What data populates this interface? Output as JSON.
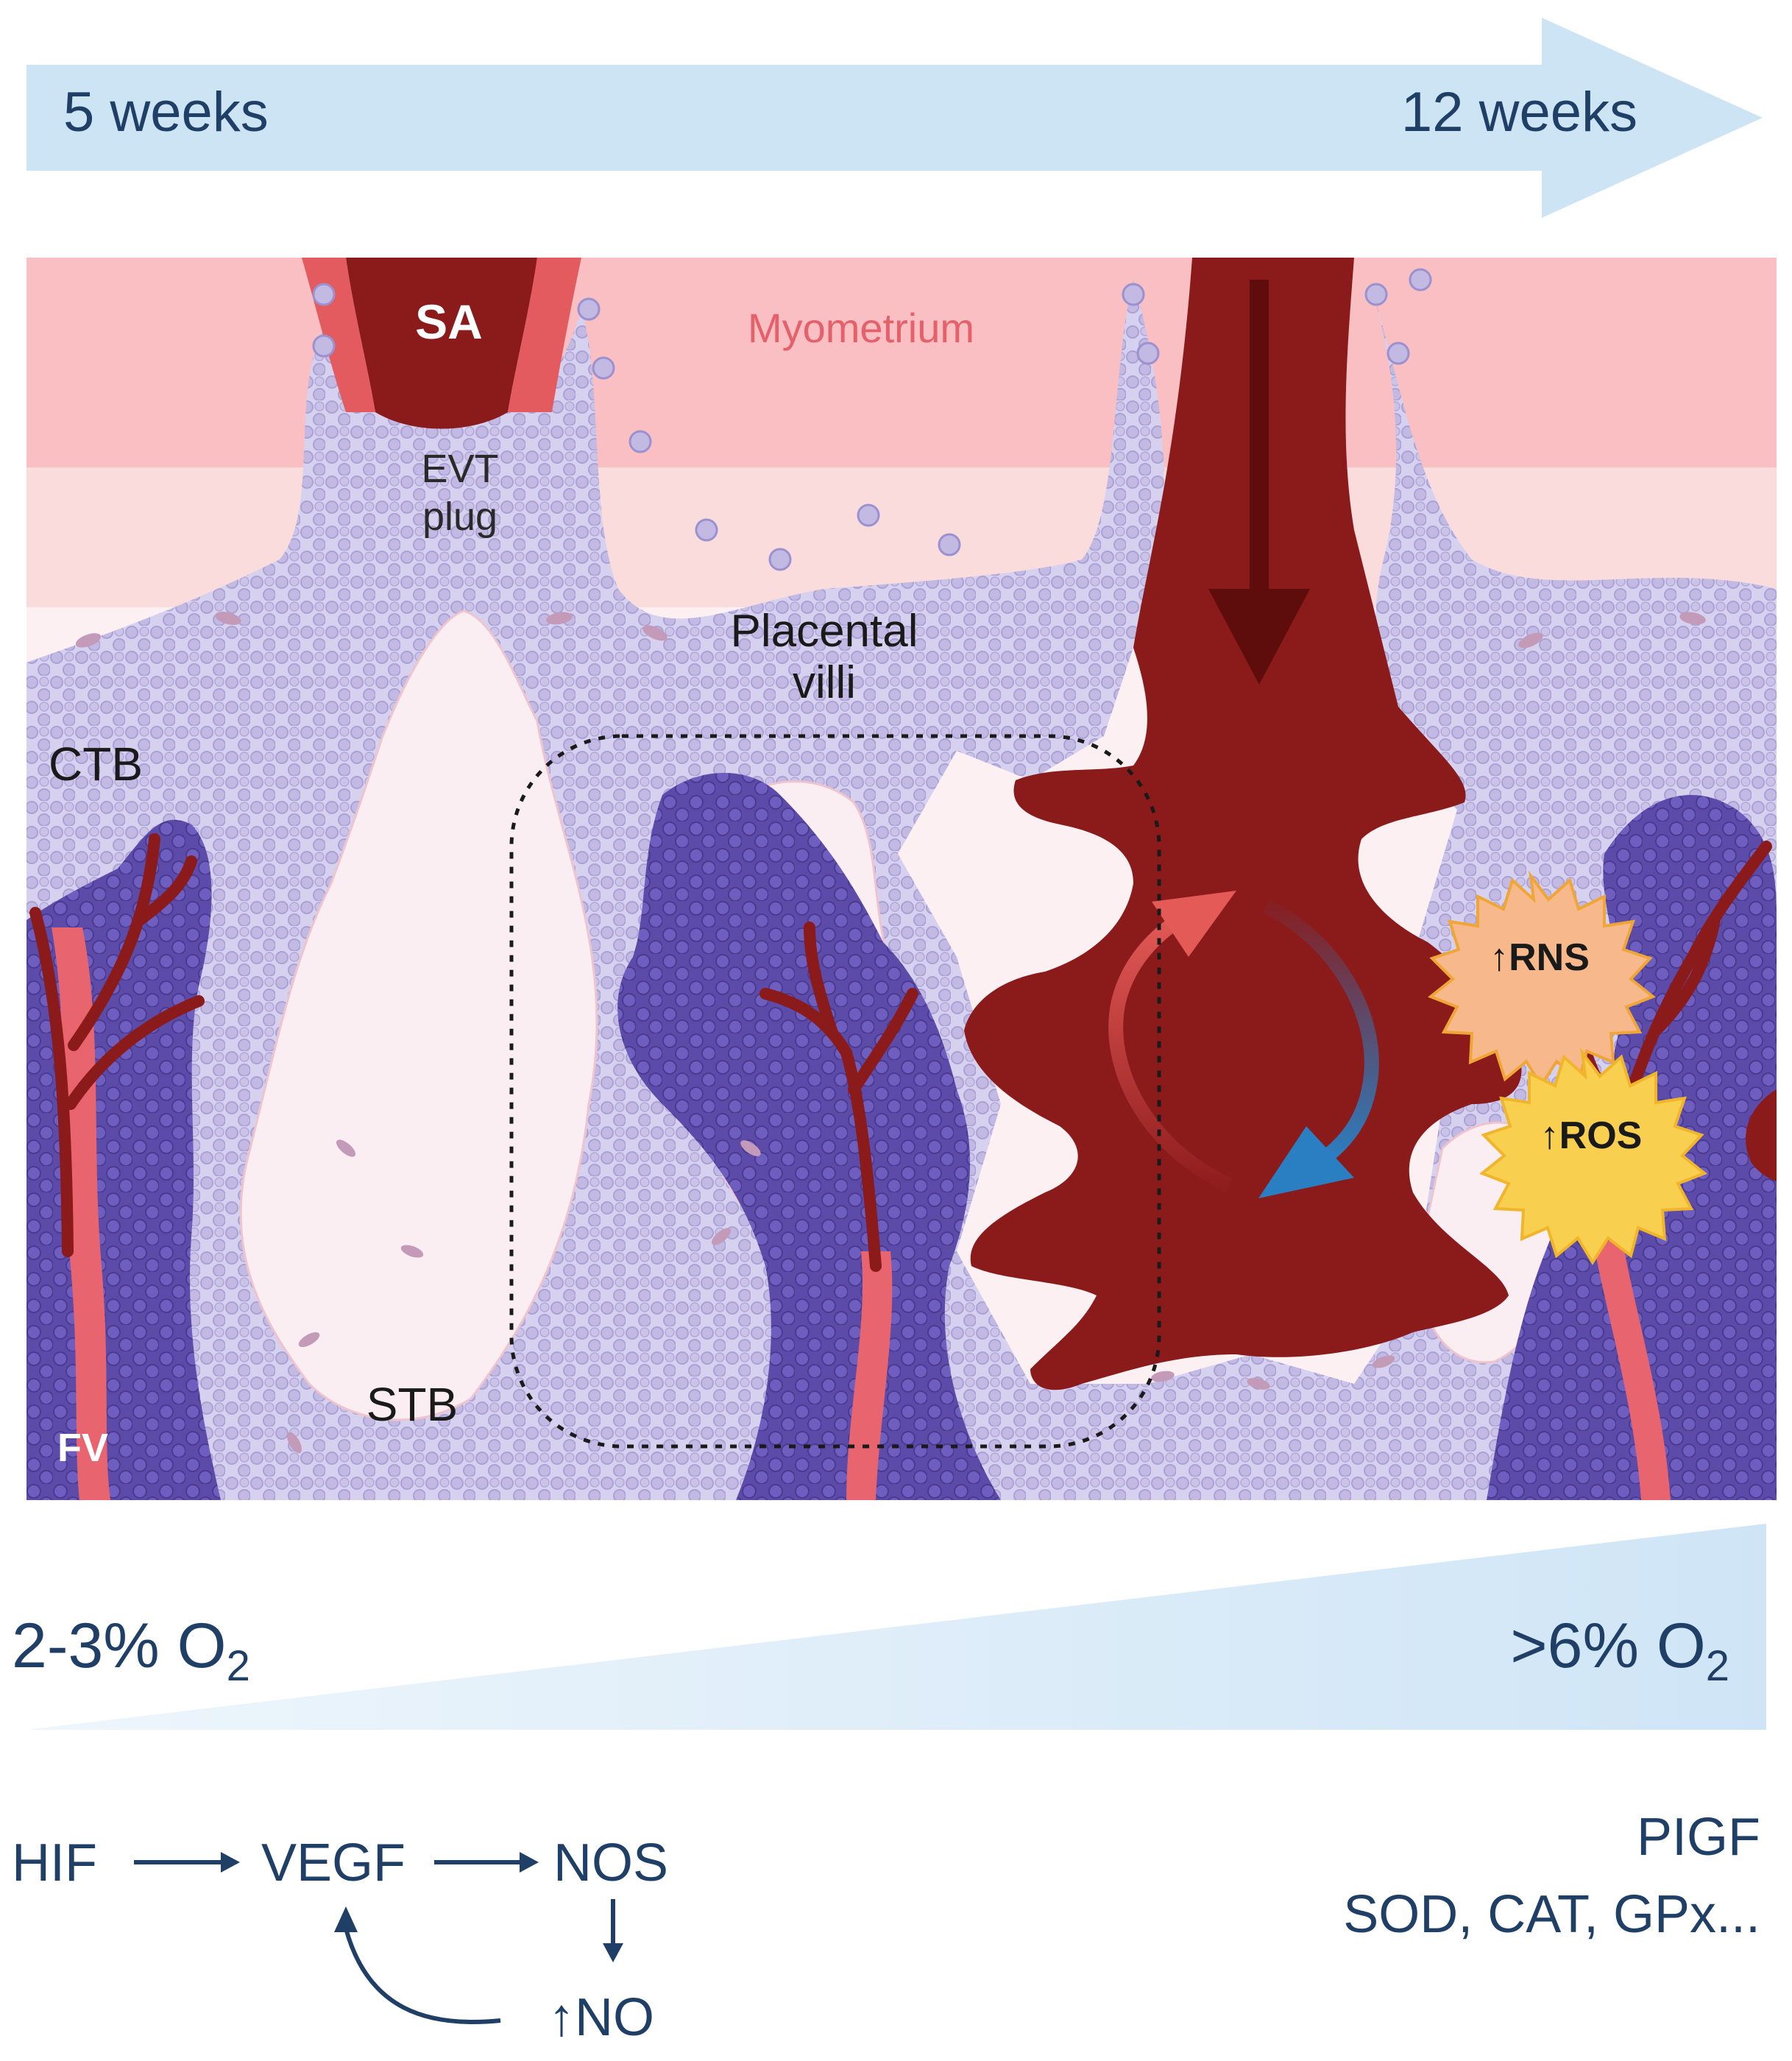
{
  "timeline": {
    "start_label": "5 weeks",
    "end_label": "12 weeks"
  },
  "tissue_labels": {
    "spiral_artery": "SA",
    "myometrium": "Myometrium",
    "evt_plug_line1": "EVT",
    "evt_plug_line2": "plug",
    "placental_villi_line1": "Placental",
    "placental_villi_line2": "villi",
    "cytotrophoblast": "CTB",
    "syncytiotrophoblast": "STB",
    "fetal_vessel": "FV"
  },
  "stress_badges": {
    "rns": "↑RNS",
    "ros": "↑ROS"
  },
  "oxygen": {
    "low_prefix": "2-3% O",
    "low_subscript": "2",
    "high_prefix": ">6% O",
    "high_subscript": "2"
  },
  "pathway": {
    "hif": "HIF",
    "vegf": "VEGF",
    "nos": "NOS",
    "no": "↑NO"
  },
  "late_factors": {
    "line1": "PIGF",
    "line2": "SOD, CAT, GPx..."
  },
  "colors": {
    "timeline_arrow": "#cde4f5",
    "myometrium_band": "#f9bfc2",
    "decidua_band": "#fbdcdc",
    "maternal_blood": "#8b1a1a",
    "trophoblast_light": "#c9c2e6",
    "trophoblast_dark": "#5b4aa6",
    "fetal_vessel": "#e8646e",
    "ros_badge": "#f9cf4f",
    "rns_badge": "#f7b98b",
    "flow_red": "#e35a57",
    "flow_blue": "#2a7fc2",
    "text_navy": "#1f3f66"
  }
}
